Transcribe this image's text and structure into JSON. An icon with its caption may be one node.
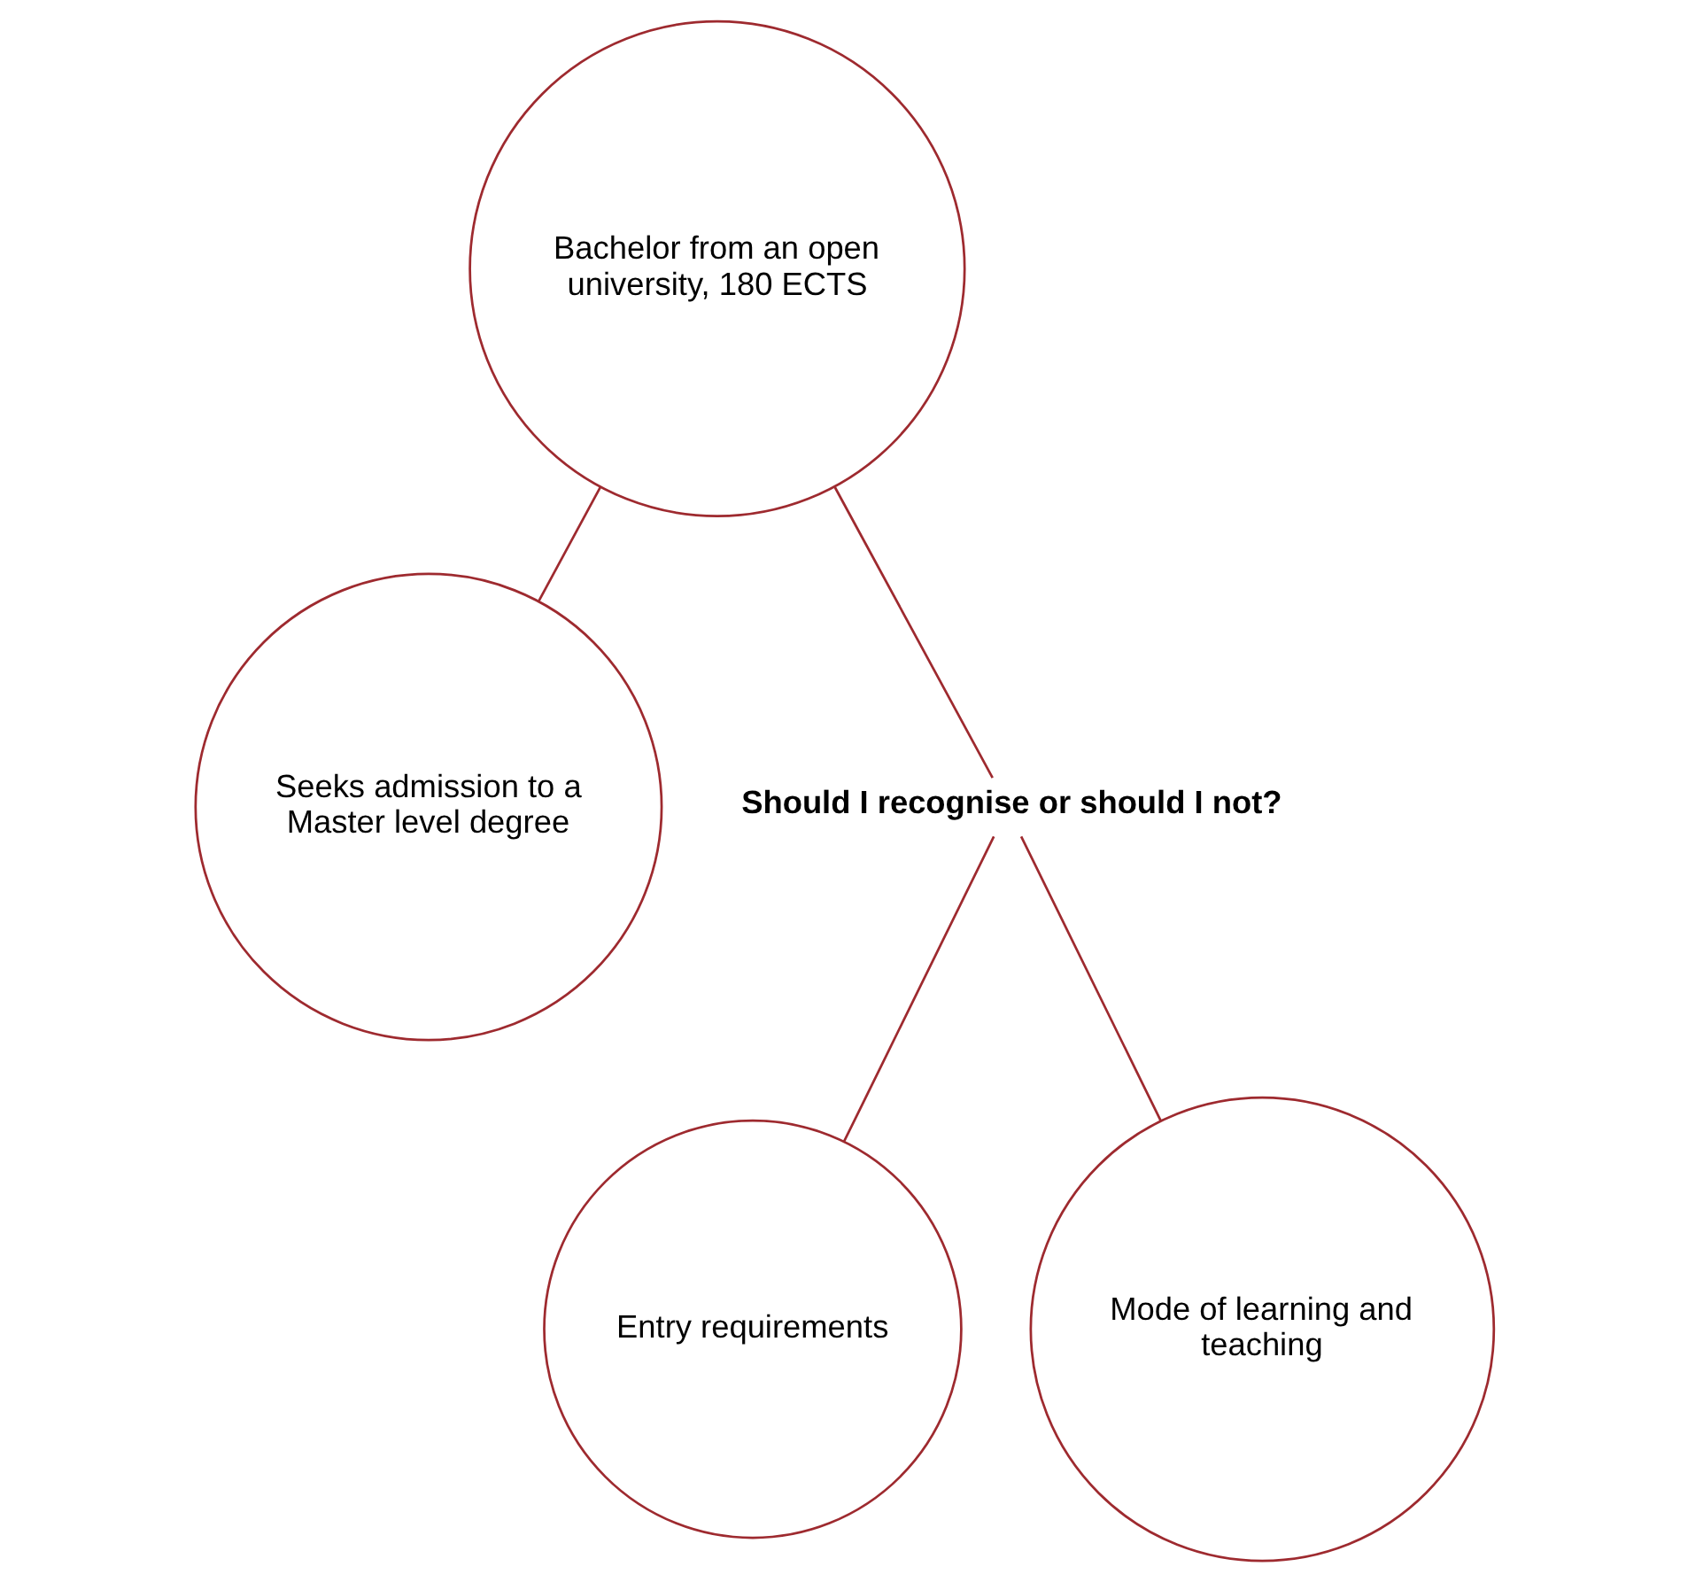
{
  "diagram": {
    "nodes": [
      {
        "text": [
          "Bachelor from an open university, 180 ECTS"
        ]
      },
      {
        "text": [
          "Seeks admission to a Master level degree"
        ]
      },
      {
        "text": [
          "Should I recognise or should I not?"
        ]
      },
      {
        "text": [
          "Entry requirements"
        ]
      },
      {
        "text": [
          "Mode of learning and teaching"
        ]
      }
    ],
    "edges": [
      {
        "from": 0,
        "to": 1,
        "arrow": "none"
      },
      {
        "from": 0,
        "to": 2,
        "arrow": "none"
      },
      {
        "from": 2,
        "to": 3,
        "arrow": "none"
      },
      {
        "from": 2,
        "to": 4,
        "arrow": "none"
      }
    ]
  }
}
